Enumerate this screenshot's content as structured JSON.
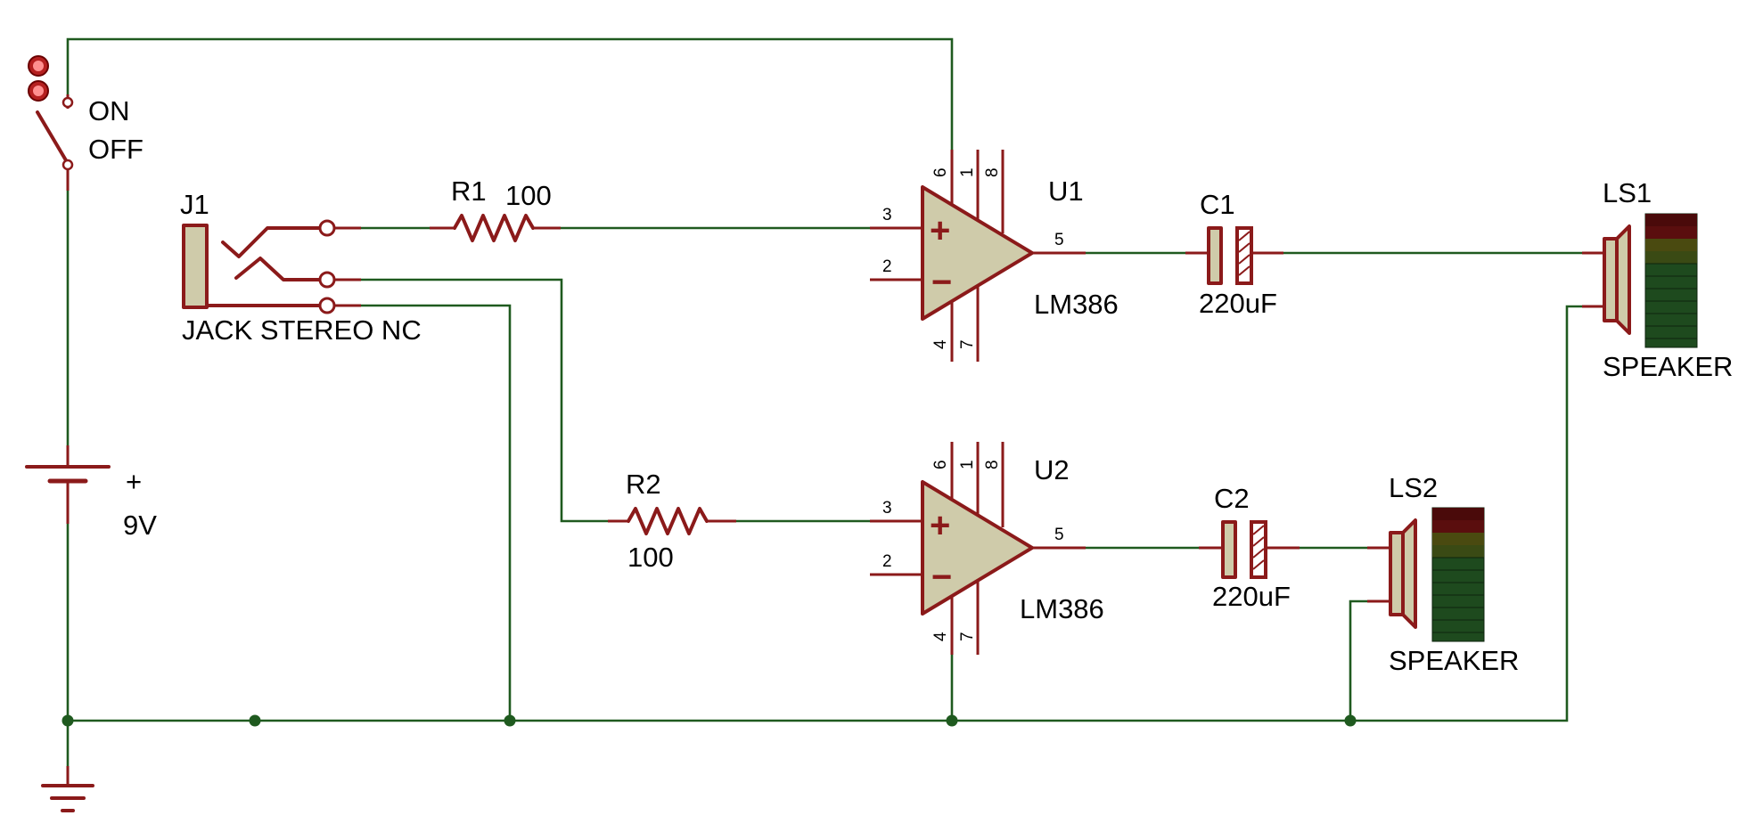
{
  "switch": {
    "state_on": "ON",
    "state_off": "OFF"
  },
  "battery": {
    "polarity": "+",
    "value": "9V"
  },
  "jack": {
    "ref": "J1",
    "value": "JACK STEREO NC"
  },
  "r1": {
    "ref": "R1",
    "value": "100"
  },
  "r2": {
    "ref": "R2",
    "value": "100"
  },
  "u1": {
    "ref": "U1",
    "value": "LM386",
    "pins": {
      "p6": "6",
      "p1": "1",
      "p8": "8",
      "p3": "3",
      "p2": "2",
      "p5": "5",
      "p4": "4",
      "p7": "7"
    },
    "plus": "+",
    "minus": "−"
  },
  "u2": {
    "ref": "U2",
    "value": "LM386",
    "pins": {
      "p6": "6",
      "p1": "1",
      "p8": "8",
      "p3": "3",
      "p2": "2",
      "p5": "5",
      "p4": "4",
      "p7": "7"
    },
    "plus": "+",
    "minus": "−"
  },
  "c1": {
    "ref": "C1",
    "value": "220uF"
  },
  "c2": {
    "ref": "C2",
    "value": "220uF"
  },
  "ls1": {
    "ref": "LS1",
    "value": "SPEAKER"
  },
  "ls2": {
    "ref": "LS2",
    "value": "SPEAKER"
  },
  "colors": {
    "wire": "#1f5a1f",
    "component": "#8b1a1a",
    "component_fill": "#cfcbaa",
    "meter_dark": "#4a0a0a",
    "meter_mid": "#4a4a10",
    "meter_green": "#1e4a1e"
  }
}
